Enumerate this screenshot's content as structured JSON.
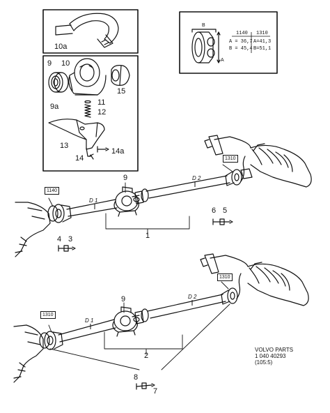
{
  "callouts": {
    "c10a": "10a",
    "c9": "9",
    "c10": "10",
    "c9a": "9a",
    "c11": "11",
    "c12": "12",
    "c15": "15",
    "c13": "13",
    "c14": "14",
    "c14a": "14a",
    "c9_top": "9",
    "c6": "6",
    "c5": "5",
    "c4": "4",
    "c3": "3",
    "c1": "1",
    "c9_bot": "9",
    "c2": "2",
    "c8": "8",
    "c7": "7"
  },
  "shaft_labels": {
    "d1_top": "D 1",
    "d2_top": "D 2",
    "d1_bot": "D 1",
    "d2_bot": "D 2"
  },
  "tags": {
    "t1140_top": "1140",
    "t1310_top": "1310",
    "t1310_bot_left": "1310",
    "t1310_bot_right": "1310"
  },
  "dimension_table": {
    "b_label": "B",
    "a_label": "A",
    "col_1140": "1140",
    "col_1310": "1310",
    "row_a_1140": "A = 36,7",
    "row_a_1310": "A=41,3",
    "row_b_1140": "B = 45,4",
    "row_b_1310": "B=51,1"
  },
  "footer": {
    "line1": "VOLVO PARTS",
    "line2": "1 040  40293",
    "line3": "(105:5)"
  }
}
